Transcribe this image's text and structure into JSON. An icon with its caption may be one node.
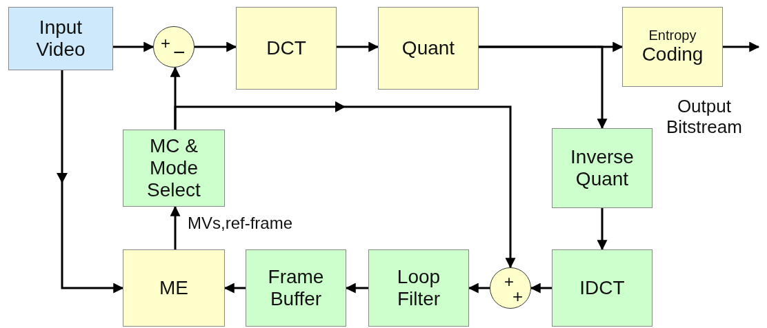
{
  "diagram": {
    "nodes": [
      {
        "text": [
          "Input Video"
        ]
      },
      {
        "text": [
          "+",
          "−"
        ]
      },
      {
        "text": [
          "DCT"
        ]
      },
      {
        "text": [
          "Quant"
        ]
      },
      {
        "text": [
          "Entropy",
          "Coding"
        ]
      },
      {
        "text": [
          "MC & Mode Select"
        ]
      },
      {
        "text": [
          "Inverse Quant"
        ]
      },
      {
        "text": [
          "ME"
        ]
      },
      {
        "text": [
          "Frame Buffer"
        ]
      },
      {
        "text": [
          "Loop Filter"
        ]
      },
      {
        "text": [
          "+",
          "+"
        ]
      },
      {
        "text": [
          "IDCT"
        ]
      }
    ],
    "edges": [
      {
        "from": 0,
        "to": 1,
        "arrow": "to"
      },
      {
        "from": 1,
        "to": 2,
        "arrow": "to"
      },
      {
        "from": 2,
        "to": 3,
        "arrow": "to"
      },
      {
        "from": 3,
        "to": 4,
        "arrow": "to"
      },
      {
        "from": 4,
        "to": null,
        "arrow": "to"
      },
      {
        "from": 3,
        "to": 6,
        "arrow": "to"
      },
      {
        "from": 6,
        "to": 11,
        "arrow": "to"
      },
      {
        "from": 11,
        "to": 10,
        "arrow": "to"
      },
      {
        "from": 10,
        "to": 9,
        "arrow": "to"
      },
      {
        "from": 9,
        "to": 8,
        "arrow": "to"
      },
      {
        "from": 8,
        "to": 7,
        "arrow": "to"
      },
      {
        "from": 7,
        "to": 5,
        "arrow": "to",
        "label": "MVs,ref-frame"
      },
      {
        "from": 5,
        "to": 1,
        "arrow": "to"
      },
      {
        "from": 5,
        "to": 10,
        "arrow": "to"
      },
      {
        "from": 0,
        "to": 7,
        "arrow": "to"
      }
    ],
    "labels": [
      "Output Bitstream"
    ]
  }
}
